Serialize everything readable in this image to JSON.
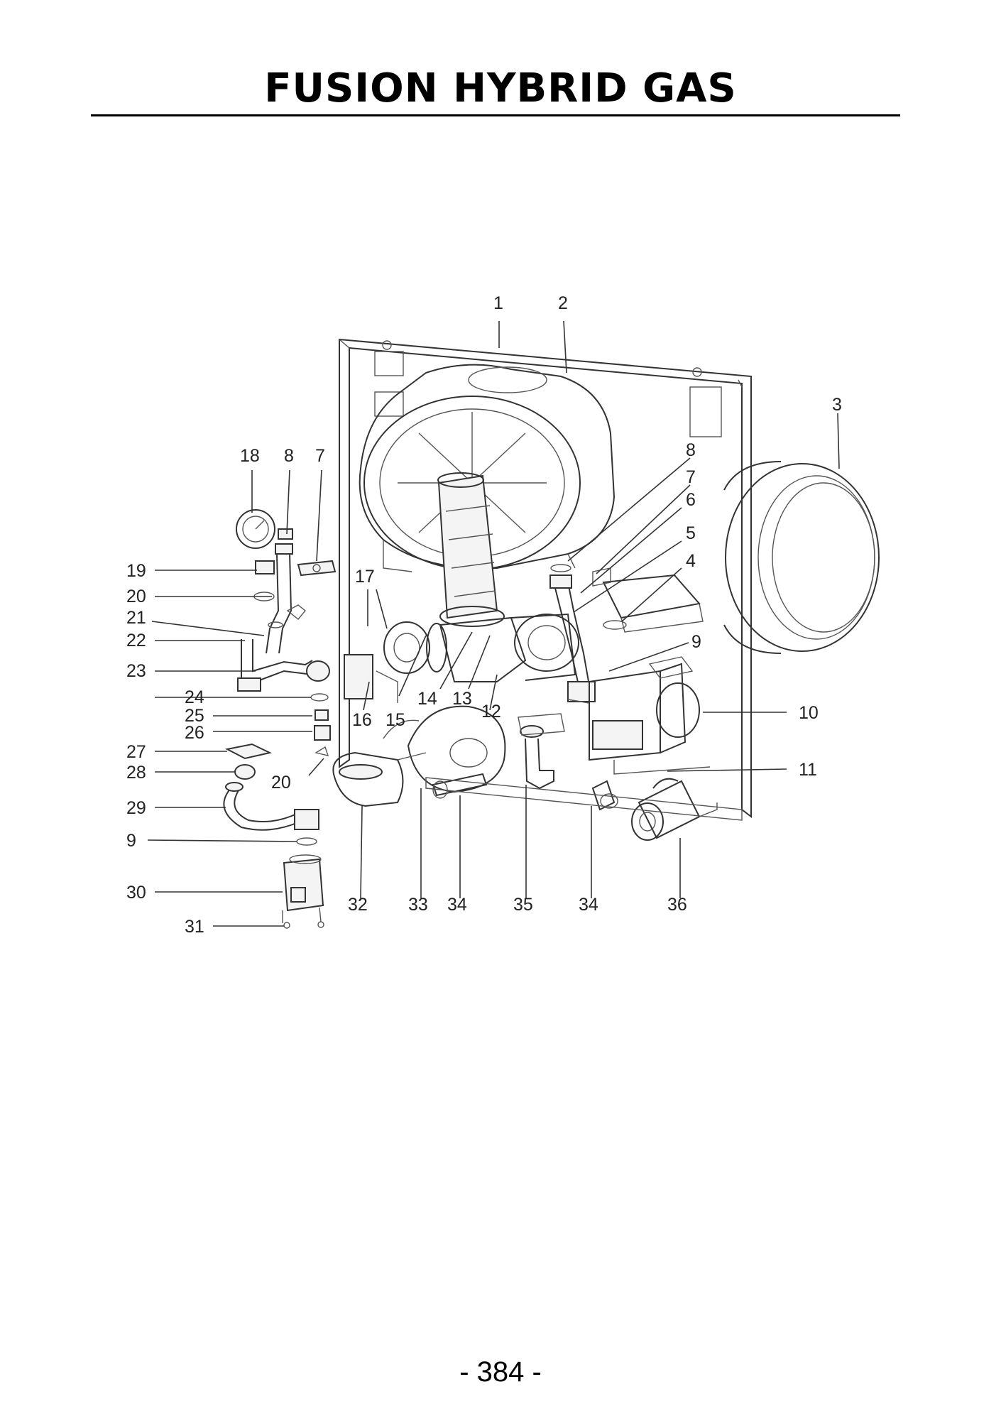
{
  "title": "FUSION HYBRID GAS",
  "page_number": "384",
  "page_number_display": "-  384  -",
  "diagram": {
    "callouts": [
      {
        "id": "c-1",
        "text": "1"
      },
      {
        "id": "c-2",
        "text": "2"
      },
      {
        "id": "c-3",
        "text": "3"
      },
      {
        "id": "c-8r",
        "text": "8"
      },
      {
        "id": "c-7r",
        "text": "7"
      },
      {
        "id": "c-6",
        "text": "6"
      },
      {
        "id": "c-5",
        "text": "5"
      },
      {
        "id": "c-4",
        "text": "4"
      },
      {
        "id": "c-9r",
        "text": "9"
      },
      {
        "id": "c-10",
        "text": "10"
      },
      {
        "id": "c-11",
        "text": "11"
      },
      {
        "id": "c-18",
        "text": "18"
      },
      {
        "id": "c-8l",
        "text": "8"
      },
      {
        "id": "c-7l",
        "text": "7"
      },
      {
        "id": "c-19",
        "text": "19"
      },
      {
        "id": "c-17",
        "text": "17"
      },
      {
        "id": "c-20a",
        "text": "20"
      },
      {
        "id": "c-21",
        "text": "21"
      },
      {
        "id": "c-22",
        "text": "22"
      },
      {
        "id": "c-23",
        "text": "23"
      },
      {
        "id": "c-24",
        "text": "24"
      },
      {
        "id": "c-25",
        "text": "25"
      },
      {
        "id": "c-26",
        "text": "26"
      },
      {
        "id": "c-27",
        "text": "27"
      },
      {
        "id": "c-28",
        "text": "28"
      },
      {
        "id": "c-20b",
        "text": "20"
      },
      {
        "id": "c-29",
        "text": "29"
      },
      {
        "id": "c-9l",
        "text": "9"
      },
      {
        "id": "c-30",
        "text": "30"
      },
      {
        "id": "c-31",
        "text": "31"
      },
      {
        "id": "c-16",
        "text": "16"
      },
      {
        "id": "c-15",
        "text": "15"
      },
      {
        "id": "c-14",
        "text": "14"
      },
      {
        "id": "c-13",
        "text": "13"
      },
      {
        "id": "c-12",
        "text": "12"
      },
      {
        "id": "c-32",
        "text": "32"
      },
      {
        "id": "c-33",
        "text": "33"
      },
      {
        "id": "c-34a",
        "text": "34"
      },
      {
        "id": "c-35",
        "text": "35"
      },
      {
        "id": "c-34b",
        "text": "34"
      },
      {
        "id": "c-36",
        "text": "36"
      }
    ]
  }
}
